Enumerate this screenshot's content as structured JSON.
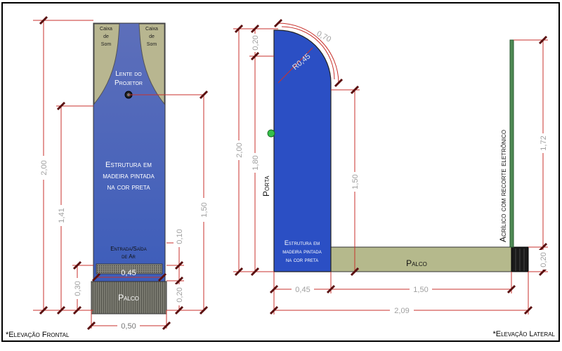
{
  "frontal": {
    "caixa_left": [
      "Caixa",
      "de",
      "Som"
    ],
    "caixa_right": [
      "Caixa",
      "de",
      "Som"
    ],
    "lente": [
      "Lente do",
      "Projetor"
    ],
    "estrutura": [
      "Estrutura em",
      "madeira pintada",
      "na cor preta"
    ],
    "entrada": [
      "Entrada/Saída",
      "de Ar"
    ],
    "palco": "Palco",
    "dims": {
      "total_height": "2,00",
      "h141": "1,41",
      "h150": "1,50",
      "h030": "0,30",
      "h010": "0,10",
      "h020": "0,20",
      "w045": "0,45",
      "w050": "0,50"
    },
    "caption": "*Elevação Frontal"
  },
  "lateral": {
    "porta": "Porta",
    "estrutura": [
      "Estrutura em",
      "madeira pintada",
      "na cor preta"
    ],
    "palco": "Palco",
    "acrilico": "Acrílico com recorte eletrônico",
    "dims": {
      "h200": "2,00",
      "h180": "1,80",
      "h020_top": "0,20",
      "r045": "R0,45",
      "arc070": "0,70",
      "h150": "1,50",
      "h172": "1,72",
      "h020_palco": "0,20",
      "w045": "0,45",
      "w150": "1,50",
      "w209": "2,09"
    },
    "caption": "*Elevação Lateral"
  },
  "colors": {
    "blue": "#2b4fc4",
    "frontal_blue_top": "#5a6fb8",
    "frontal_blue_bottom": "#3f5fb8",
    "khaki": "#b5b98c",
    "dim": "#c8322d",
    "acrylic": "#4f8a55",
    "handle": "#35c04a"
  }
}
